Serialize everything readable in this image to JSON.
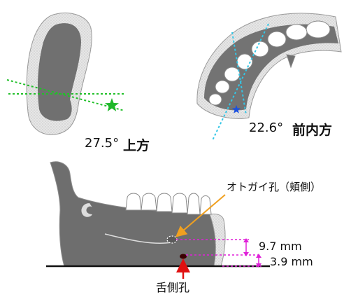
{
  "labels": {
    "upward_angle": "27.5°",
    "upward_direction": "上方",
    "anteromedial_angle": "22.6°",
    "anteromedial_direction": "前内方",
    "mental_foramen": "オトガイ孔（頬側）",
    "measure_1": "9.7 mm",
    "measure_2": "3.9 mm",
    "lingual_foramen": "舌側孔"
  },
  "colors": {
    "bone_fill": "#6e6e6e",
    "cortex_fill": "#dcdcdc",
    "tooth_fill": "#ffffff",
    "green_line": "#22c02a",
    "cyan_line": "#33c6e6",
    "magenta": "#e020d8",
    "orange_arrow": "#f0a020",
    "red_arrow": "#e01010",
    "baseline": "#111111",
    "star_blue": "#1a50e0"
  },
  "icons": {
    "green_marker": "star-icon",
    "blue_marker": "star-icon"
  }
}
